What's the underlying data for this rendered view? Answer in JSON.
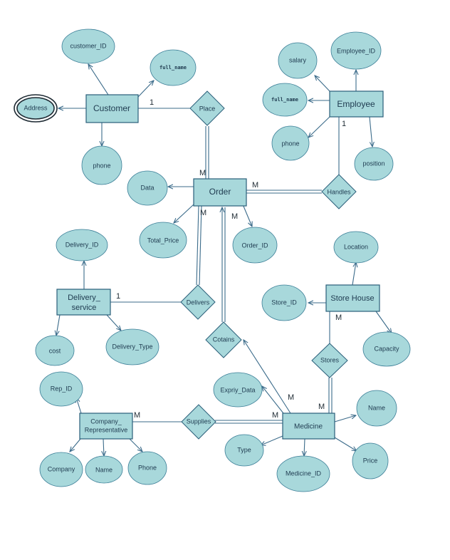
{
  "entities": {
    "customer": "Customer",
    "employee": "Employee",
    "order": "Order",
    "delivery_service_line1": "Delivery_",
    "delivery_service_line2": "service",
    "store_house": "Store House",
    "medicine": "Medicine",
    "company_rep_line1": "Company_",
    "company_rep_line2": "Representative"
  },
  "relationships": {
    "place": "Place",
    "handles": "Handles",
    "delivers": "Delivers",
    "cotains": "Cotains",
    "stores": "Stores",
    "supplies": "Supplies"
  },
  "attributes": {
    "customer_id": "customer_ID",
    "full_name_customer": "full_name",
    "address": "Address",
    "customer_phone": "phone",
    "salary": "salary",
    "employee_id": "Employee_ID",
    "full_name_employee": "full_name",
    "employee_phone": "phone",
    "position": "position",
    "data": "Data",
    "total_price": "Total_Price",
    "order_id": "Order_ID",
    "delivery_id": "Delivery_ID",
    "cost": "cost",
    "delivery_type": "Delivery_Type",
    "location": "Location",
    "store_id": "Store_ID",
    "capacity": "Capacity",
    "expiry_data": "Expriy_Data",
    "medicine_name": "Name",
    "medicine_type": "Type",
    "medicine_price": "Price",
    "medicine_id": "Medicine_ID",
    "rep_id": "Rep_ID",
    "company": "Company",
    "rep_name": "Name",
    "rep_phone": "Phone"
  },
  "cardinalities": {
    "customer_place": "1",
    "order_place": "M",
    "order_handles": "M",
    "employee_handles": "1",
    "order_delivers": "M",
    "order_cotains": "M",
    "delivery_delivers": "1",
    "storehouse_stores": "M",
    "medicine_cotains": "M",
    "medicine_stores": "M",
    "medicine_supplies": "M",
    "rep_supplies": "M"
  }
}
